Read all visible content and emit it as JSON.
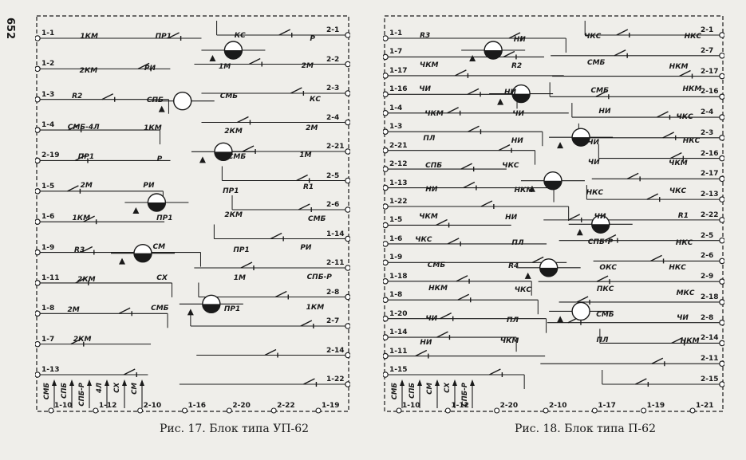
{
  "page_number": "652",
  "figures": [
    {
      "caption": "Рис. 17. Блок типа УП-62",
      "left_terminals": [
        "1-1",
        "1-2",
        "1-3",
        "1-4",
        "2-19",
        "1-5",
        "1-6",
        "1-9",
        "1-11",
        "1-8",
        "1-7",
        "1-13"
      ],
      "right_terminals": [
        "2-1",
        "2-2",
        "2-3",
        "2-4",
        "2-21",
        "2-5",
        "2-6",
        "1-14",
        "2-11",
        "2-8",
        "2-7",
        "2-14",
        "1-22"
      ],
      "bottom_terminals": [
        "1-10",
        "1-12",
        "2-10",
        "1-16",
        "2-20",
        "2-22",
        "1-19"
      ],
      "bottom_signals": [
        "СМБ",
        "СПБ",
        "СПБ-Р",
        "4Л",
        "СХ",
        "СМ"
      ],
      "labels": [
        "1КМ",
        "ПР1",
        "КС",
        "Р",
        "2КМ",
        "РИ",
        "1М",
        "2М",
        "R2",
        "СПБ",
        "СМБ",
        "КС",
        "СМБ-4Л",
        "1КМ",
        "2КМ",
        "2М",
        "ПР1",
        "Р",
        "СМБ",
        "1М",
        "2М",
        "РИ",
        "ПР1",
        "R1",
        "1КМ",
        "ПР1",
        "2КМ",
        "СМБ",
        "R3",
        "СМ",
        "ПР1",
        "РИ",
        "2КМ",
        "СХ",
        "1М",
        "СПБ-Р",
        "2М",
        "СМБ",
        "ПР1",
        "1КМ",
        "2КМ"
      ]
    },
    {
      "caption": "Рис. 18. Блок типа П-62",
      "left_terminals": [
        "1-1",
        "1-7",
        "1-17",
        "1-16",
        "1-4",
        "1-3",
        "2-21",
        "2-12",
        "1-13",
        "1-22",
        "1-5",
        "1-6",
        "1-9",
        "1-18",
        "1-8",
        "1-20",
        "1-14",
        "1-11",
        "1-15"
      ],
      "right_terminals": [
        "2-1",
        "2-7",
        "2-17",
        "2-16",
        "2-4",
        "2-3",
        "2-16",
        "2-17",
        "2-13",
        "2-22",
        "2-5",
        "2-6",
        "2-9",
        "2-18",
        "2-8",
        "2-14",
        "2-11",
        "2-15"
      ],
      "bottom_terminals": [
        "1-10",
        "1-12",
        "2-20",
        "2-10",
        "1-17",
        "1-19",
        "1-21"
      ],
      "bottom_signals": [
        "СМБ",
        "СПБ",
        "СМ",
        "СХ",
        "СПБ-Р"
      ],
      "labels": [
        "R3",
        "НИ",
        "ЧКС",
        "НКС",
        "ЧКМ",
        "R2",
        "СМБ",
        "НКМ",
        "ЧИ",
        "НИ",
        "СМБ",
        "НКМ",
        "ЧКМ",
        "ЧИ",
        "НИ",
        "ЧКС",
        "ПЛ",
        "НИ",
        "ЧИ",
        "НКС",
        "СПБ",
        "ЧКС",
        "ЧИ",
        "ЧКМ",
        "НИ",
        "НКМ",
        "НКС",
        "ЧКС",
        "ЧКМ",
        "НИ",
        "ЧИ",
        "R1",
        "ЧКС",
        "ПЛ",
        "СПБ-Р",
        "НКС",
        "СМБ",
        "R4",
        "ОКС",
        "НКС",
        "НКМ",
        "ЧКС",
        "ПКС",
        "МКС",
        "ЧИ",
        "ПЛ",
        "СМБ",
        "ЧИ",
        "НИ",
        "ЧКМ",
        "ПЛ",
        "НКМ"
      ]
    }
  ]
}
